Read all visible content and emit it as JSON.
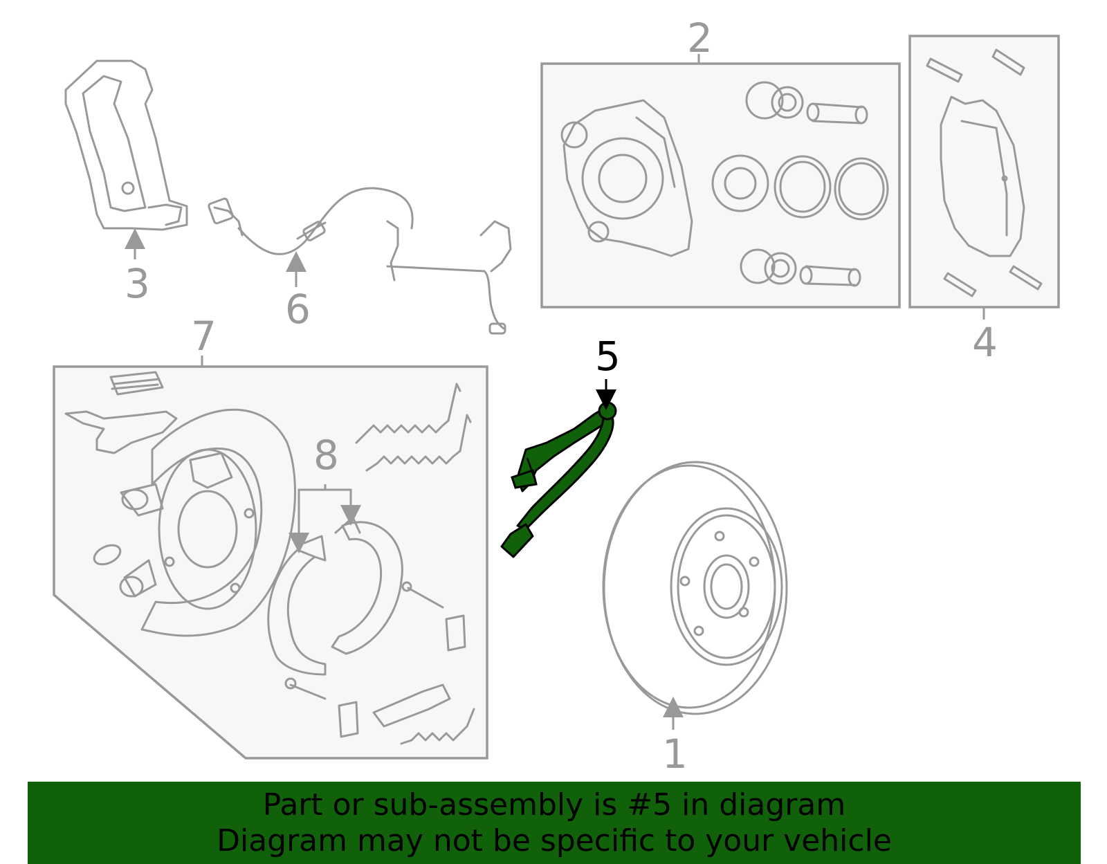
{
  "callouts": {
    "c1": "1",
    "c2": "2",
    "c3": "3",
    "c4": "4",
    "c5": "5",
    "c6": "6",
    "c7": "7",
    "c8": "8"
  },
  "highlighted_part": "5",
  "colors": {
    "highlight": "#10610a",
    "outline": "#999999",
    "banner": "#10610a"
  },
  "banner": {
    "line1": "Part or sub-assembly is #5 in diagram",
    "line2": "Diagram may not be specific to your vehicle"
  }
}
